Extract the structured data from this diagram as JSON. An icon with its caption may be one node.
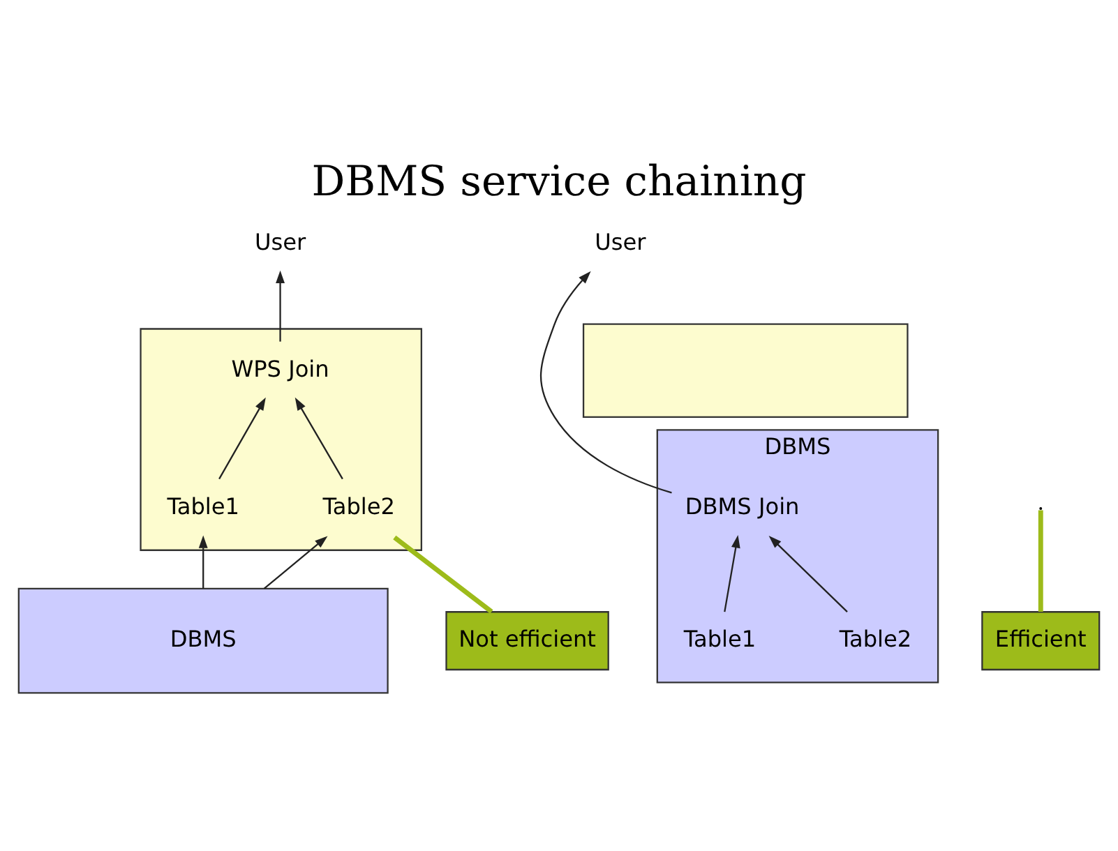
{
  "diagram": {
    "title": "DBMS service chaining",
    "nodes": [
      {
        "text": [
          "User"
        ]
      },
      {
        "text": [],
        "shape": "box"
      },
      {
        "text": [
          "WPS Join"
        ],
        "in": 1
      },
      {
        "text": [
          "Table1"
        ],
        "in": 1
      },
      {
        "text": [
          "Table2"
        ],
        "in": 1
      },
      {
        "text": [
          "DBMS"
        ]
      },
      {
        "text": [
          "Not efficient"
        ]
      },
      {
        "text": [
          "User"
        ]
      },
      {
        "text": [],
        "shape": "box"
      },
      {
        "text": [
          "DBMS"
        ]
      },
      {
        "text": [
          "DBMS Join"
        ],
        "in": 9
      },
      {
        "text": [
          "Table1"
        ],
        "in": 9
      },
      {
        "text": [
          "Table2"
        ],
        "in": 9
      },
      {
        "text": [
          "Efficient"
        ]
      }
    ],
    "edges": [
      {
        "from": 2,
        "to": 0,
        "arrow": "to"
      },
      {
        "from": 3,
        "to": 2,
        "arrow": "to"
      },
      {
        "from": 4,
        "to": 2,
        "arrow": "to"
      },
      {
        "from": 5,
        "to": 3,
        "arrow": "to"
      },
      {
        "from": 5,
        "to": 4,
        "arrow": "to"
      },
      {
        "from": 6,
        "to": 4,
        "arrow": "none",
        "style": "thick",
        "color": "#9dbb1a"
      },
      {
        "from": 10,
        "to": 7,
        "arrow": "to"
      },
      {
        "from": 11,
        "to": 10,
        "arrow": "to"
      },
      {
        "from": 12,
        "to": 10,
        "arrow": "to"
      },
      {
        "from": 13,
        "to": null,
        "arrow": "none",
        "style": "thick",
        "color": "#9dbb1a"
      }
    ]
  }
}
